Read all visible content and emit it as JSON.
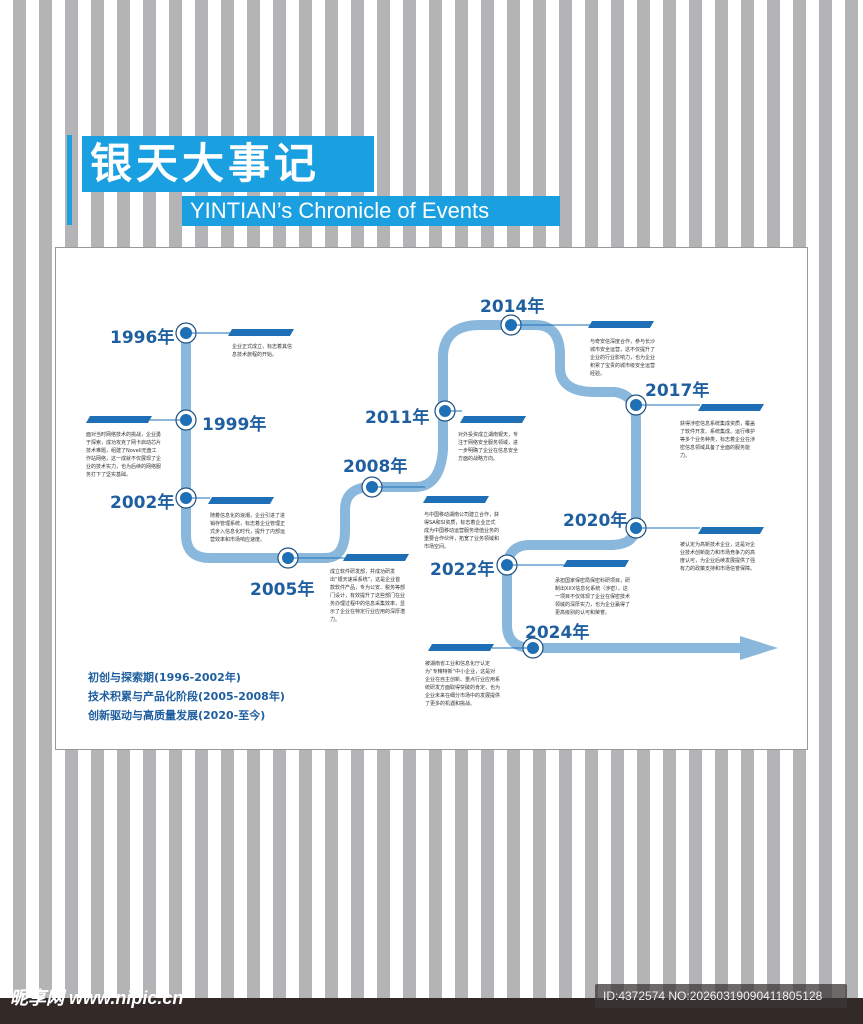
{
  "header": {
    "title": "银天大事记",
    "subtitle": "YINTIAN’s Chronicle of Events"
  },
  "colors": {
    "title_bg": "#1a9fe0",
    "path": "#8ab8dd",
    "node": "#1e6fb5",
    "year_text": "#1f5fa0"
  },
  "events": [
    {
      "year": "1996年",
      "text": "企业正式成立，标志着其信息技术旅程的开始。"
    },
    {
      "year": "1999年",
      "text": "面对当时网络技术的挑战，企业勇于探索，成功攻克了网卡启动芯片技术难题，组建了Novell无盘工作站网络，这一成就不仅展现了企业的技术实力，也为后续的网络服务打下了坚实基础。"
    },
    {
      "year": "2002年",
      "text": "随着信息化的浪潮，企业引进了进销存管理系统，标志着企业管理正式步入信息化时代，提升了内部运营效率和市场响应速度。"
    },
    {
      "year": "2005年",
      "text": "成立软件研发部，并成功研发出“银天速采系统”，这是企业首款软件产品，专为公安、税务等部门设计，有效提升了这些部门在业务办理过程中的信息采集效率，显示了企业在特定行业应用的深厚潜力。"
    },
    {
      "year": "2008年",
      "text": "与中国移动湖南公司建立合作，获得SA和SI资质，标志着企业正式成为中国移动运营服务增值业务的重要合作伙伴，拓宽了业务领域和市场空间。"
    },
    {
      "year": "2011年",
      "text": "对外投资成立湖南银天，专注于网络安全服务领域，进一步明确了企业在信息安全方面的战略方向。"
    },
    {
      "year": "2014年",
      "text": "与奇安信深度合作，参与长沙城市安全运营，这不仅提升了企业的行业影响力，也为企业积累了宝贵的城市级安全运营经验。"
    },
    {
      "year": "2017年",
      "text": "获得涉密信息系统集成资质，覆盖了软件开发、系统集成、运行维护等多个业务种类，标志着企业在涉密信息领域具备了全面的服务能力。"
    },
    {
      "year": "2020年",
      "text": "被认定为高新技术企业，这是对企业技术创新能力和市场竞争力的高度认可，为企业后续发展提供了强有力的政策支持和市场信誉保障。"
    },
    {
      "year": "2022年",
      "text": "承担国家保密局保密科研项目，研制出XXX信息化系统（涉密），这一项目不仅体现了企业在保密技术领域的深厚实力，也为企业赢得了更高级别的认可和荣誉。"
    },
    {
      "year": "2024年",
      "text": "被湖南省工业和信息化厅认定为“专精特新”中小企业，这是对企业在自主创新、重点行业应用系统研发方面取得突破的肯定，也为企业未来在细分市场中的发展提供了更多的机遇和挑战。"
    }
  ],
  "legend": [
    "初创与探索期(1996-2002年)",
    "技术积累与产品化阶段(2005-2008年)",
    "创新驱动与高质量发展(2020-至今)"
  ],
  "watermark": {
    "logo": "昵享网 www.nipic.cn",
    "id": "ID:4372574 NO:20260319090411805128"
  }
}
